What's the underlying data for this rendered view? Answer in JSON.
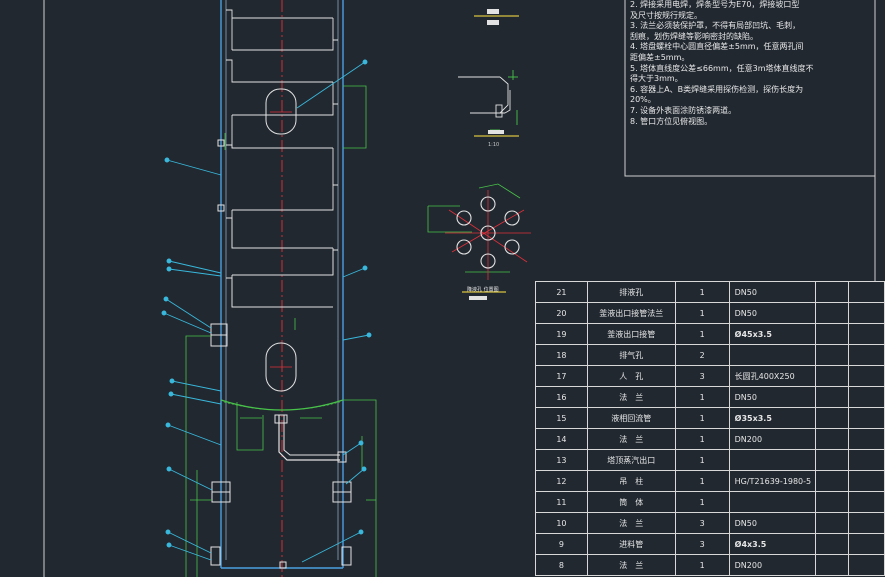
{
  "notes": [
    "2. 焊接采用电焊，焊条型号为E70，焊接坡口型",
    "及尺寸按规行规定。",
    "3. 法兰必须装保护罩，不得有局部凹坑、毛刺，",
    "刮痕，划伤焊缝等影响密封的缺陷。",
    "4. 塔盘螺栓中心圆直径偏差±5mm，任意两孔间",
    "距偏差±5mm。",
    "5. 塔体直线度公差≤66mm，任意3m塔体直线度不",
    "得大于3mm。",
    "6. 容器上A、B类焊缝采用探伤检测，探伤长度为",
    "20%。",
    "7. 设备外表面涂防锈漆两道。",
    "8. 管口方位见俯视图。"
  ],
  "detail_scale": "1:10",
  "section_label": "降液孔 位置图",
  "bom_rows": [
    {
      "no": "21",
      "name": "排液孔",
      "qty": "1",
      "spec": "DN50",
      "bold": false
    },
    {
      "no": "20",
      "name": "釜液出口接管法兰",
      "qty": "1",
      "spec": "DN50",
      "bold": false
    },
    {
      "no": "19",
      "name": "釜液出口接管",
      "qty": "1",
      "spec": "Ø45x3.5",
      "bold": true
    },
    {
      "no": "18",
      "name": "排气孔",
      "qty": "2",
      "spec": "",
      "bold": false
    },
    {
      "no": "17",
      "name": "人　孔",
      "qty": "3",
      "spec": "长圆孔400X250",
      "bold": false
    },
    {
      "no": "16",
      "name": "法　兰",
      "qty": "1",
      "spec": "DN50",
      "bold": false
    },
    {
      "no": "15",
      "name": "液相回流管",
      "qty": "1",
      "spec": "Ø35x3.5",
      "bold": true
    },
    {
      "no": "14",
      "name": "法　兰",
      "qty": "1",
      "spec": "DN200",
      "bold": false
    },
    {
      "no": "13",
      "name": "塔顶蒸汽出口",
      "qty": "1",
      "spec": "",
      "bold": false
    },
    {
      "no": "12",
      "name": "吊　柱",
      "qty": "1",
      "spec": "HG/T21639-1980-5",
      "bold": false
    },
    {
      "no": "11",
      "name": "筒　体",
      "qty": "1",
      "spec": "",
      "bold": false
    },
    {
      "no": "10",
      "name": "法　兰",
      "qty": "3",
      "spec": "DN50",
      "bold": false
    },
    {
      "no": "9",
      "name": "进料管",
      "qty": "3",
      "spec": "Ø4x3.5",
      "bold": true
    },
    {
      "no": "8",
      "name": "法　兰",
      "qty": "1",
      "spec": "DN200",
      "bold": false
    }
  ],
  "colors": {
    "background": "#212830",
    "shell": "#4a9fe0",
    "centerline": "#e0303a",
    "leader": "#39b8dc",
    "dimension": "#49c24a",
    "drawing": "#e2e2e2",
    "title_bar": "#d8c040"
  }
}
